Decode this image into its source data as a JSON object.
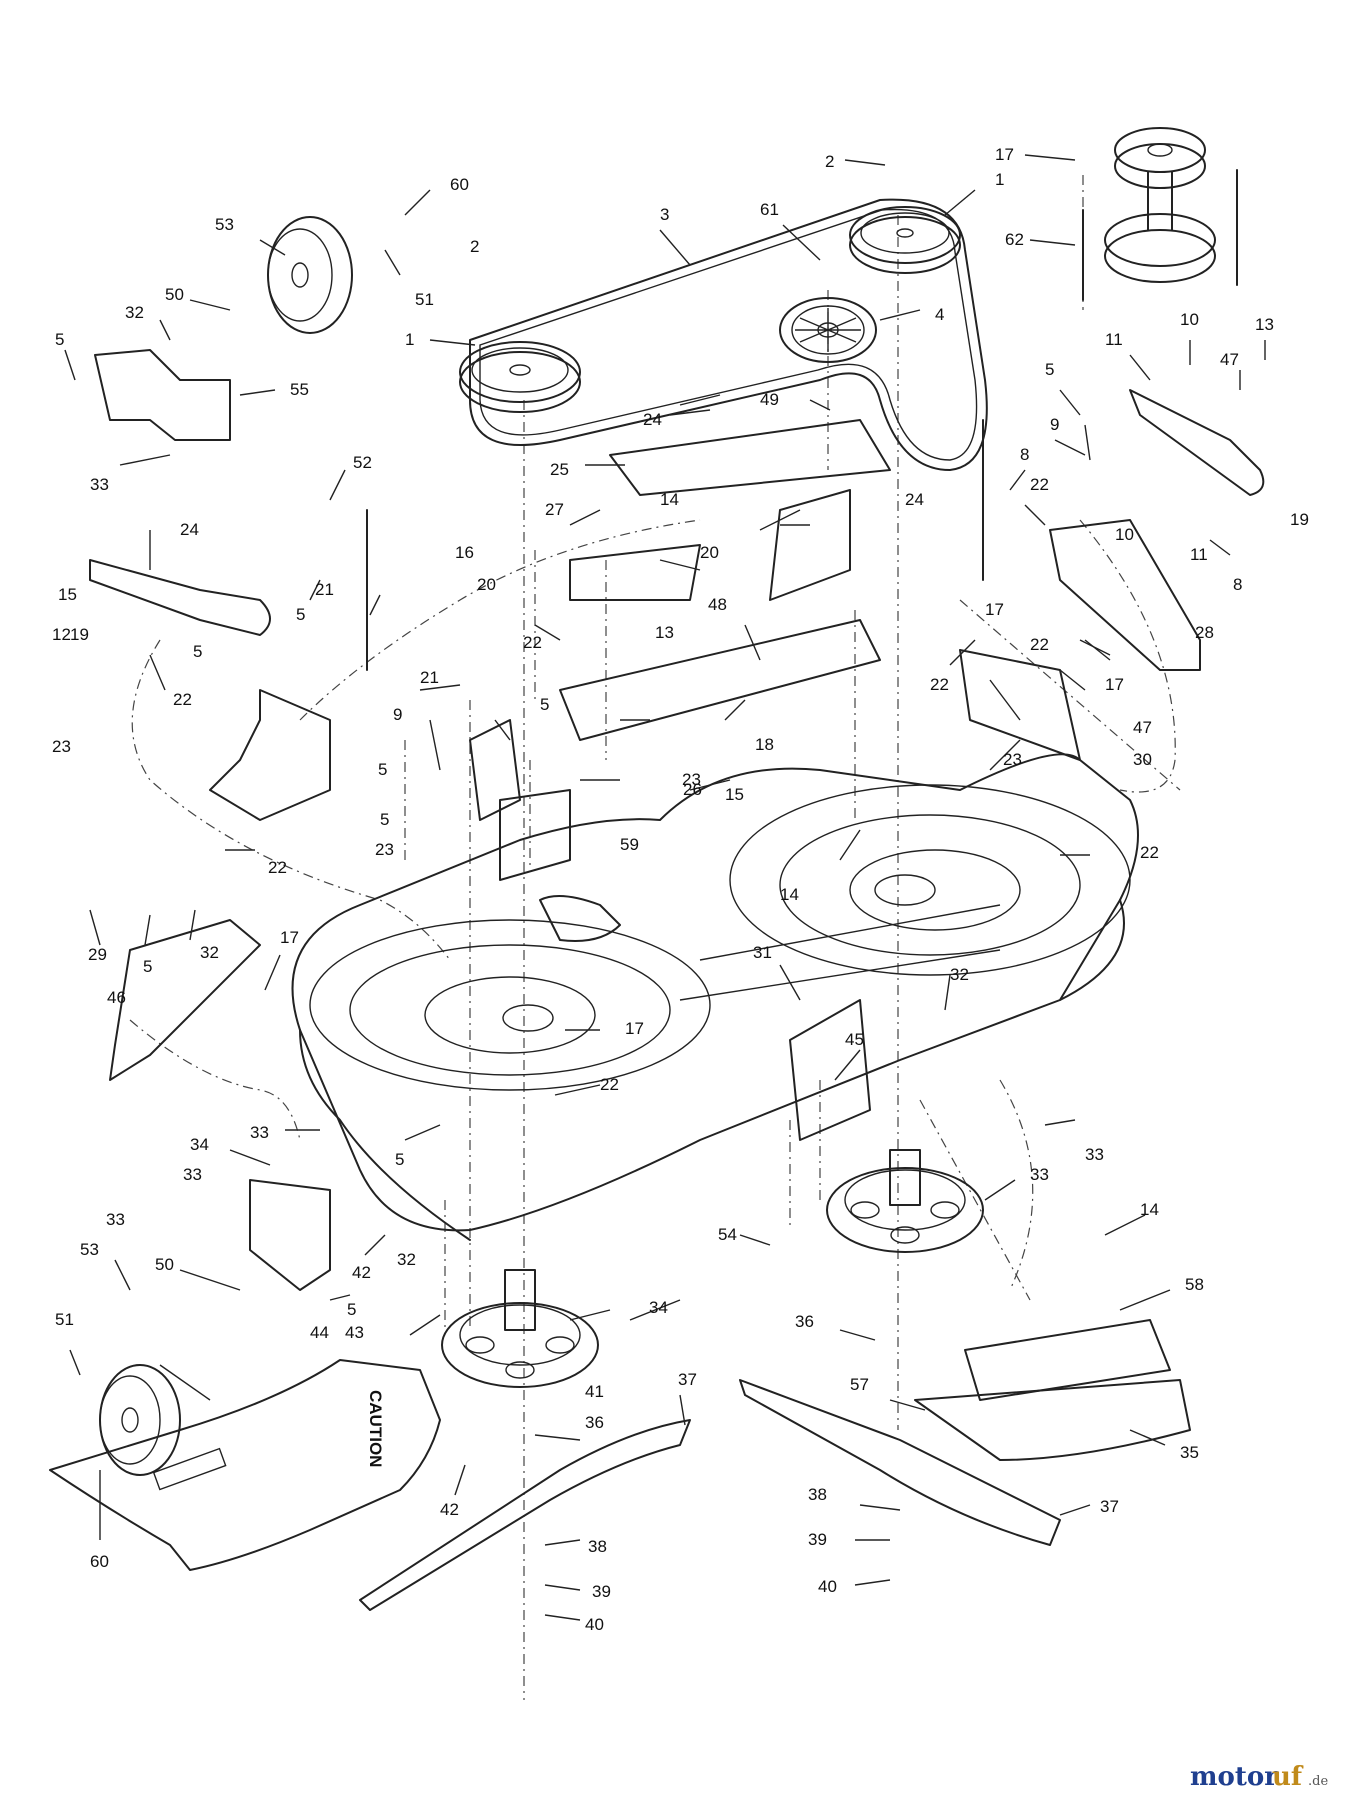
{
  "diagram": {
    "watermark": {
      "text_a": "motor",
      "text_b": "uf",
      "suffix": ".de"
    },
    "caution_label": "CAUTION",
    "part_labels": [
      {
        "id": "p1",
        "text": "2"
      },
      {
        "id": "p2",
        "text": "17"
      },
      {
        "id": "p3",
        "text": "1"
      },
      {
        "id": "p4",
        "text": "60"
      },
      {
        "id": "p5",
        "text": "3"
      },
      {
        "id": "p6",
        "text": "61"
      },
      {
        "id": "p7",
        "text": "53"
      },
      {
        "id": "p8",
        "text": "2"
      },
      {
        "id": "p9",
        "text": "62"
      },
      {
        "id": "p10",
        "text": "51"
      },
      {
        "id": "p11",
        "text": "50"
      },
      {
        "id": "p12",
        "text": "4"
      },
      {
        "id": "p13",
        "text": "10"
      },
      {
        "id": "p14",
        "text": "13"
      },
      {
        "id": "p15",
        "text": "32"
      },
      {
        "id": "p16",
        "text": "1"
      },
      {
        "id": "p17",
        "text": "5"
      },
      {
        "id": "p18",
        "text": "11"
      },
      {
        "id": "p19",
        "text": "47"
      },
      {
        "id": "p20",
        "text": "55"
      },
      {
        "id": "p21",
        "text": "49"
      },
      {
        "id": "p22",
        "text": "5"
      },
      {
        "id": "p23",
        "text": "24"
      },
      {
        "id": "p24",
        "text": "33"
      },
      {
        "id": "p25",
        "text": "52"
      },
      {
        "id": "p26",
        "text": "25"
      },
      {
        "id": "p27",
        "text": "9"
      },
      {
        "id": "p28",
        "text": "8"
      },
      {
        "id": "p29",
        "text": "24"
      },
      {
        "id": "p30",
        "text": "22"
      },
      {
        "id": "p31",
        "text": "19"
      },
      {
        "id": "p32",
        "text": "14"
      },
      {
        "id": "p33",
        "text": "27"
      },
      {
        "id": "p34",
        "text": "24"
      },
      {
        "id": "p35",
        "text": "10"
      },
      {
        "id": "p36",
        "text": "11"
      },
      {
        "id": "p37",
        "text": "15"
      },
      {
        "id": "p38",
        "text": "12"
      },
      {
        "id": "p39",
        "text": "20"
      },
      {
        "id": "p40",
        "text": "16"
      },
      {
        "id": "p41",
        "text": "8"
      },
      {
        "id": "p42",
        "text": "21"
      },
      {
        "id": "p43",
        "text": "20"
      },
      {
        "id": "p44",
        "text": "17"
      },
      {
        "id": "p45",
        "text": "28"
      },
      {
        "id": "p46",
        "text": "48"
      },
      {
        "id": "p47",
        "text": "22"
      },
      {
        "id": "p48",
        "text": "13"
      },
      {
        "id": "p49",
        "text": "19"
      },
      {
        "id": "p50",
        "text": "5"
      },
      {
        "id": "p51",
        "text": "21"
      },
      {
        "id": "p52",
        "text": "22"
      },
      {
        "id": "p53",
        "text": "17"
      },
      {
        "id": "p54",
        "text": "5"
      },
      {
        "id": "p55",
        "text": "22"
      },
      {
        "id": "p56",
        "text": "9"
      },
      {
        "id": "p57",
        "text": "22"
      },
      {
        "id": "p58",
        "text": "5"
      },
      {
        "id": "p59",
        "text": "18"
      },
      {
        "id": "p60",
        "text": "47"
      },
      {
        "id": "p61",
        "text": "23"
      },
      {
        "id": "p62",
        "text": "5"
      },
      {
        "id": "p63",
        "text": "23"
      },
      {
        "id": "p64",
        "text": "23"
      },
      {
        "id": "p65",
        "text": "30"
      },
      {
        "id": "p66",
        "text": "5"
      },
      {
        "id": "p67",
        "text": "26"
      },
      {
        "id": "p68",
        "text": "15"
      },
      {
        "id": "p69",
        "text": "22"
      },
      {
        "id": "p70",
        "text": "23"
      },
      {
        "id": "p71",
        "text": "59"
      },
      {
        "id": "p72",
        "text": "22"
      },
      {
        "id": "p73",
        "text": "14"
      },
      {
        "id": "p74",
        "text": "29"
      },
      {
        "id": "p75",
        "text": "5"
      },
      {
        "id": "p76",
        "text": "32"
      },
      {
        "id": "p77",
        "text": "17"
      },
      {
        "id": "p78",
        "text": "31"
      },
      {
        "id": "p79",
        "text": "46"
      },
      {
        "id": "p80",
        "text": "32"
      },
      {
        "id": "p81",
        "text": "17"
      },
      {
        "id": "p82",
        "text": "45"
      },
      {
        "id": "p83",
        "text": "22"
      },
      {
        "id": "p84",
        "text": "33"
      },
      {
        "id": "p85",
        "text": "5"
      },
      {
        "id": "p86",
        "text": "33"
      },
      {
        "id": "p87",
        "text": "34"
      },
      {
        "id": "p88",
        "text": "33"
      },
      {
        "id": "p89",
        "text": "54"
      },
      {
        "id": "p90",
        "text": "33"
      },
      {
        "id": "p91",
        "text": "14"
      },
      {
        "id": "p92",
        "text": "53"
      },
      {
        "id": "p93",
        "text": "32"
      },
      {
        "id": "p94",
        "text": "33"
      },
      {
        "id": "p95",
        "text": "50"
      },
      {
        "id": "p96",
        "text": "42"
      },
      {
        "id": "p97",
        "text": "5"
      },
      {
        "id": "p98",
        "text": "34"
      },
      {
        "id": "p99",
        "text": "58"
      },
      {
        "id": "p100",
        "text": "51"
      },
      {
        "id": "p101",
        "text": "44"
      },
      {
        "id": "p102",
        "text": "43"
      },
      {
        "id": "p103",
        "text": "36"
      },
      {
        "id": "p104",
        "text": "37"
      },
      {
        "id": "p105",
        "text": "41"
      },
      {
        "id": "p106",
        "text": "57"
      },
      {
        "id": "p107",
        "text": "36"
      },
      {
        "id": "p108",
        "text": "35"
      },
      {
        "id": "p109",
        "text": "42"
      },
      {
        "id": "p110",
        "text": "38"
      },
      {
        "id": "p111",
        "text": "37"
      },
      {
        "id": "p112",
        "text": "60"
      },
      {
        "id": "p113",
        "text": "38"
      },
      {
        "id": "p114",
        "text": "39"
      },
      {
        "id": "p115",
        "text": "39"
      },
      {
        "id": "p116",
        "text": "40"
      },
      {
        "id": "p117",
        "text": "40"
      }
    ]
  }
}
